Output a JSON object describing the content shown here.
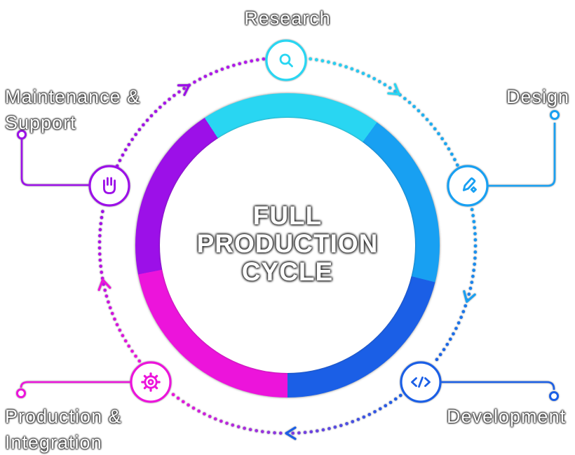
{
  "title": {
    "lines": [
      "FULL",
      "PRODUCTION",
      "CYCLE"
    ]
  },
  "nodes": {
    "research": {
      "label": "Research",
      "icon": "magnifier-icon"
    },
    "design": {
      "label": "Design",
      "icon": "pencil-icon"
    },
    "development": {
      "label": "Development",
      "icon": "code-icon"
    },
    "production": {
      "lines": [
        "Production &",
        "Integration"
      ],
      "icon": "gear-icon"
    },
    "maintenance": {
      "lines": [
        "Maintenance &",
        "Support"
      ],
      "icon": "hand-icon"
    }
  },
  "colors": {
    "cyan": "#29d6f2",
    "sky": "#18a0f2",
    "royal": "#1b5fe6",
    "magenta": "#ec14db",
    "purple": "#9c10e8",
    "violet": "#b41aec",
    "white": "#ffffff"
  }
}
